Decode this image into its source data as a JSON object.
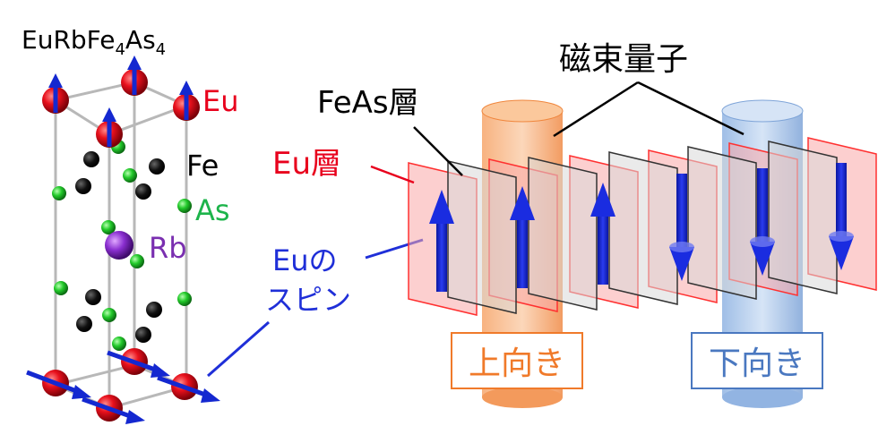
{
  "formula": {
    "main": "EuRbFe",
    "sub1": "4",
    "mid": "As",
    "sub2": "4"
  },
  "atoms": {
    "eu": {
      "label": "Eu",
      "color": "#e8001c"
    },
    "fe": {
      "label": "Fe",
      "color": "#000000"
    },
    "as": {
      "label": "As",
      "color": "#1db44b"
    },
    "rb": {
      "label": "Rb",
      "color": "#7a2fb0"
    }
  },
  "spin_label": {
    "line1": "Euの",
    "line2": "スピン",
    "color": "#1f2fd8"
  },
  "layers": {
    "feas": "FeAs層",
    "eu": "Eu層"
  },
  "flux_quantum": "磁束量子",
  "flux_up": {
    "label": "上向き",
    "color": "#f07a2a"
  },
  "flux_down": {
    "label": "下向き",
    "color": "#4a78c0"
  }
}
